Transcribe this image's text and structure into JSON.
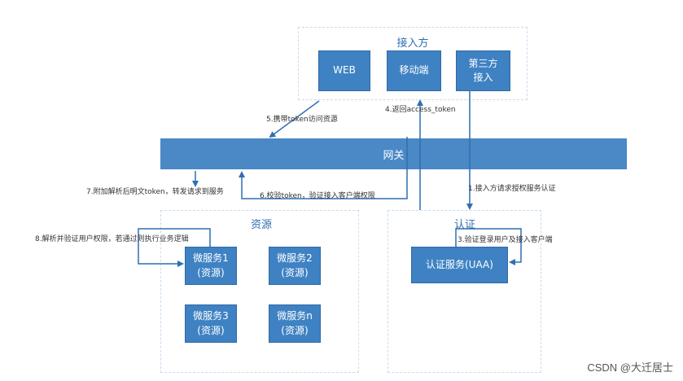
{
  "zones": {
    "access": "接入方",
    "resource": "资源",
    "auth": "认证"
  },
  "boxes": {
    "web": "WEB",
    "mobile": "移动端",
    "third_party": "第三方\n接入",
    "gateway": "网关",
    "ms1": "微服务1\n(资源)",
    "ms2": "微服务2\n(资源)",
    "ms3": "微服务3\n(资源)",
    "msn": "微服务n\n(资源)",
    "uaa": "认证服务(UAA)"
  },
  "labels": {
    "step1": "1.接入方请求授权服务认证",
    "step3": "3.验证登录用户及接入客户端",
    "step4": "4.返回access_token",
    "step5": "5.携带token访问资源",
    "step6": "6.校验token，验证接入客户端权限",
    "step7": "7.附加解析后明文token，转发请求到服务",
    "step8": "8.解析并验证用户权限，若通过则执行业务逻辑"
  },
  "watermark": "CSDN @大迁居士",
  "colors": {
    "box": "#3f82c3",
    "gateway": "#4a88c6",
    "arrow": "#2f6fb0",
    "zone_border": "#c9dcef"
  }
}
